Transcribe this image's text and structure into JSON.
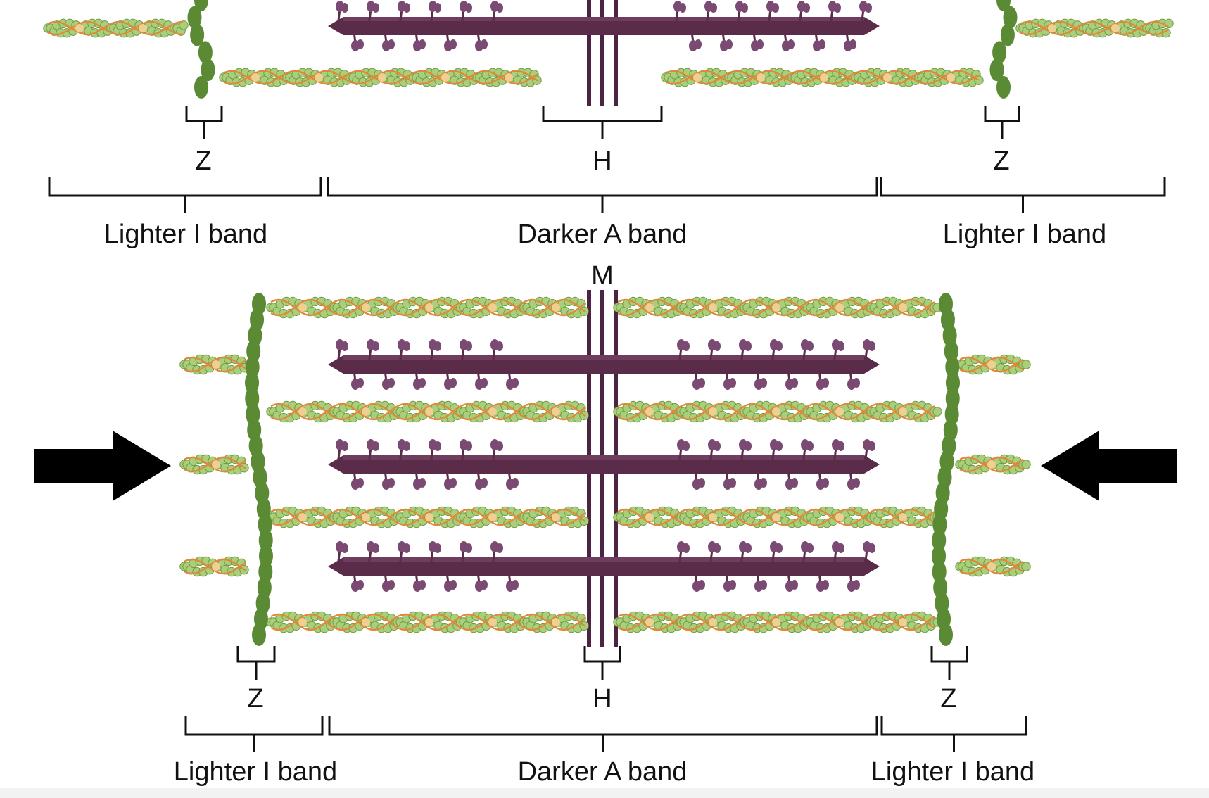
{
  "colors": {
    "actin_light": "#a9cf7c",
    "actin_bead_dark": "#6f9a3e",
    "actin_bead_light": "#cfe6a8",
    "tropomyosin": "#e0893a",
    "troponin": "#f1cf92",
    "z_disc": "#5a8a33",
    "myosin": "#5b2c49",
    "myosin_head": "#7a4a73",
    "m_line": "#4a2440",
    "bracket": "#111111",
    "arrow": "#000000"
  },
  "relaxed": {
    "z_left": "Z",
    "h_zone": "H",
    "z_right": "Z",
    "i_band_left": "Lighter I band",
    "a_band": "Darker A band",
    "i_band_right": "Lighter I band"
  },
  "contracted": {
    "m_line": "M",
    "z_left": "Z",
    "h_zone": "H",
    "z_right": "Z",
    "i_band_left": "Lighter I band",
    "a_band": "Darker A band",
    "i_band_right": "Lighter I band"
  },
  "arrows": {
    "left": "arrow-right-icon",
    "right": "arrow-left-icon"
  }
}
